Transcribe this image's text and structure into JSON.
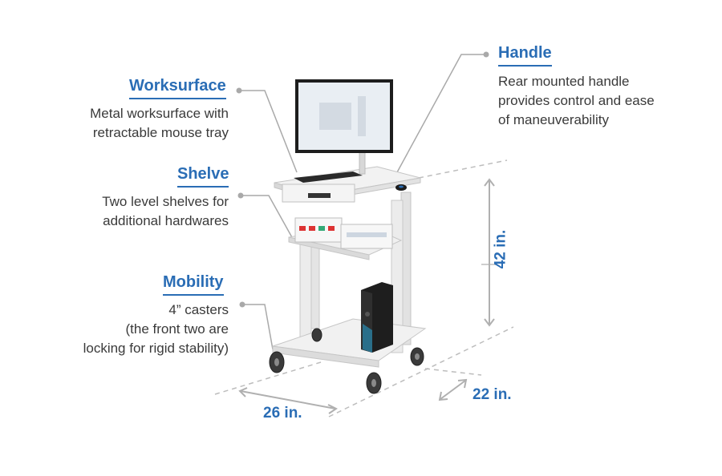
{
  "features": {
    "worksurface": {
      "title": "Worksurface",
      "lines": [
        "Metal worksurface with",
        "retractable mouse tray"
      ]
    },
    "shelve": {
      "title": "Shelve",
      "lines": [
        "Two level shelves for",
        "additional hardwares"
      ]
    },
    "mobility": {
      "title": "Mobility",
      "lines": [
        "4” casters",
        "(the front two are",
        "locking for rigid stability)"
      ]
    },
    "handle": {
      "title": "Handle",
      "lines": [
        "Rear mounted handle",
        "provides control and ease",
        "of maneuverability"
      ]
    }
  },
  "dimensions": {
    "height": "42 in.",
    "width": "26 in.",
    "depth": "22 in."
  },
  "colors": {
    "accent": "#2a6db5",
    "text": "#3a3a3a",
    "leader": "#a9a9a9"
  }
}
